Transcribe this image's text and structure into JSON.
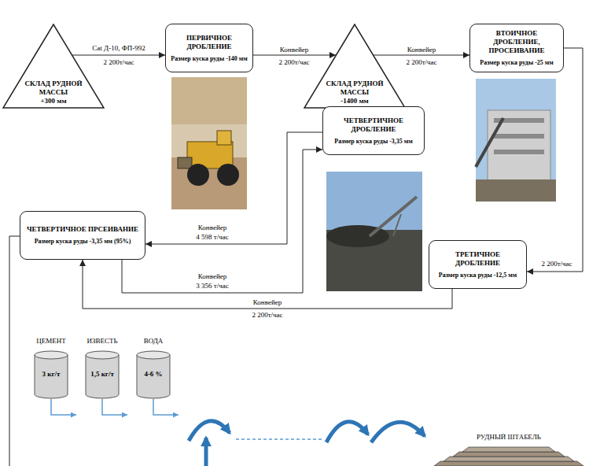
{
  "diagram": {
    "nodes": [
      {
        "text": [
          "СКЛАД РУДНОЙ МАССЫ",
          "+300 мм"
        ]
      },
      {
        "text": [
          "ПЕРВИЧНОЕ ДРОБЛЕНИЕ",
          "Размер куска руды -140 мм"
        ]
      },
      {
        "text": [
          "СКЛАД РУДНОЙ МАССЫ",
          "-1400 мм"
        ]
      },
      {
        "text": [
          "ВТОИЧНОЕ ДРОБЛЕНИЕ, ПРОСЕИВАНИЕ",
          "Размер куска руды -25 мм"
        ]
      },
      {
        "text": [
          "ЧЕТВЕРТИЧНОЕ ДРОБЛЕНИЕ",
          "Размер куска руды -3,35 мм"
        ]
      },
      {
        "text": [
          "ЧЕТВЕРТИЧНОЕ ПРСЕИВАНИЕ",
          "Размер куска руды -3,35 мм (95%)"
        ]
      },
      {
        "text": [
          "ТРЕТИЧНОЕ ДРОБЛЕНИЕ",
          "Размер куска руды -12,5 мм"
        ]
      },
      {
        "text": [
          "ЦЕМЕНТ",
          "3 кг/т"
        ]
      },
      {
        "text": [
          "ИЗВЕСТЬ",
          "1,5 кг/т"
        ]
      },
      {
        "text": [
          "ВОДА",
          "4-6 %"
        ]
      },
      {
        "text": [
          "РУДНЫЙ ШТАБЕЛЬ"
        ]
      }
    ],
    "edges": [
      {
        "from": 0,
        "to": 1,
        "label": "Cat Д-10, ФП-992",
        "arrow": "to"
      },
      {
        "from": 1,
        "to": 2,
        "label": "Конвейер",
        "arrow": "to"
      },
      {
        "from": 2,
        "to": 3,
        "label": "Конвейер",
        "arrow": "to"
      },
      {
        "from": 3,
        "to": 6,
        "arrow": "to"
      },
      {
        "from": 6,
        "to": 5,
        "label": "Конвейер",
        "arrow": "to"
      },
      {
        "from": 5,
        "to": 4,
        "label": "Конвейер",
        "arrow": "to"
      },
      {
        "from": 4,
        "to": 5,
        "label": "Конвейер",
        "arrow": "to"
      }
    ],
    "labels": [
      "2 200т/час",
      "2 200т/час",
      "2 200т/час",
      "2 200т/час",
      "4 598 т/час",
      "3 356 т/час",
      "2 200т/час"
    ]
  }
}
